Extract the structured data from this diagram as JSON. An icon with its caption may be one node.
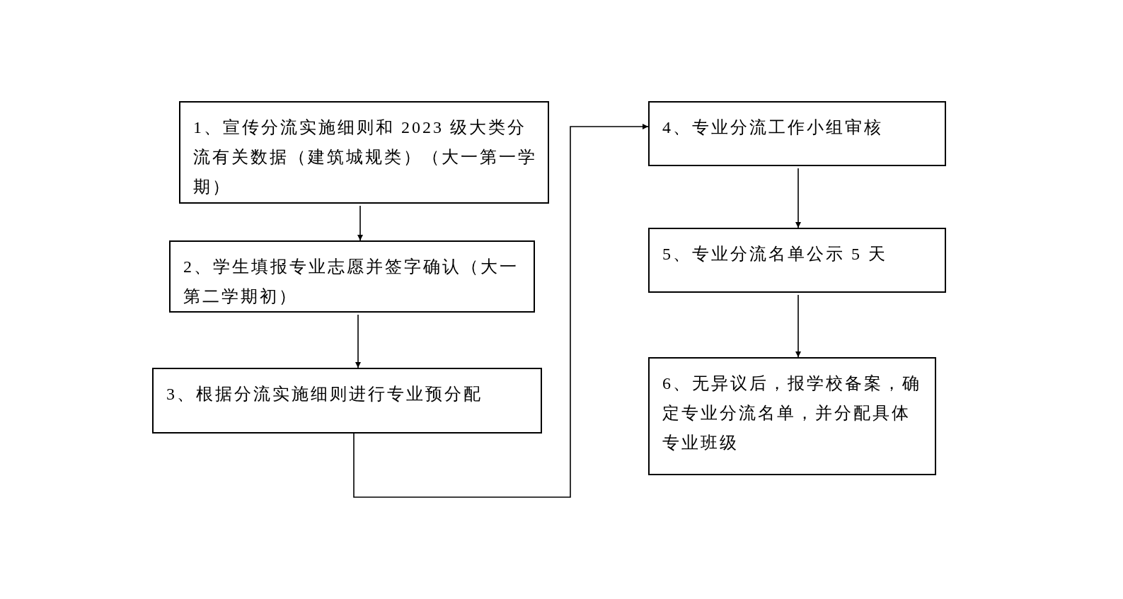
{
  "diagram": {
    "nodes": [
      {
        "text": [
          "1、宣传分流实施细则和 2023 级大类分流有关数据（建筑城规类）（大一第一学期）"
        ]
      },
      {
        "text": [
          "2、学生填报专业志愿并签字确认（大一第二学期初）"
        ]
      },
      {
        "text": [
          "3、根据分流实施细则进行专业预分配"
        ]
      },
      {
        "text": [
          "4、专业分流工作小组审核"
        ]
      },
      {
        "text": [
          "5、专业分流名单公示 5 天"
        ]
      },
      {
        "text": [
          "6、无异议后，报学校备案，确定专业分流名单，并分配具体专业班级"
        ]
      }
    ],
    "edges": [
      {
        "from": 0,
        "to": 1,
        "arrow": "to"
      },
      {
        "from": 1,
        "to": 2,
        "arrow": "to"
      },
      {
        "from": 2,
        "to": 3,
        "arrow": "to"
      },
      {
        "from": 3,
        "to": 4,
        "arrow": "to"
      },
      {
        "from": 4,
        "to": 5,
        "arrow": "to"
      }
    ]
  }
}
